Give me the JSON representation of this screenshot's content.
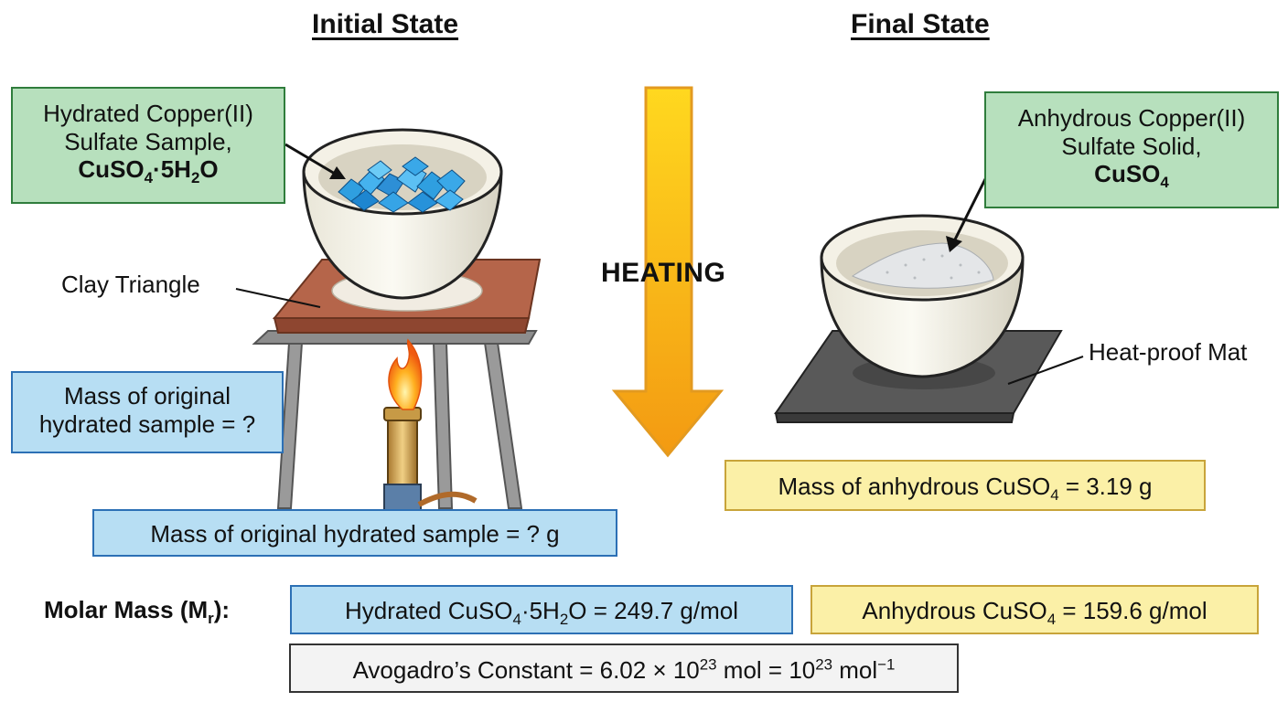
{
  "titles": {
    "initial": "Initial State",
    "final": "Final State"
  },
  "hydrated_label": {
    "line1": "Hydrated Copper(II)",
    "line2": "Sulfate Sample,",
    "formula_base": "CuSO",
    "formula_sub": "4",
    "formula_mid": "·5H",
    "formula_sub2": "2",
    "formula_end": "O"
  },
  "anhydrous_label": {
    "line1": "Anhydrous Copper(II)",
    "line2": "Sulfate Solid,",
    "formula_base": "CuSO",
    "formula_sub": "4"
  },
  "clay_triangle": "Clay Triangle",
  "heat_proof_mat": "Heat-proof Mat",
  "heating": "HEATING",
  "mass_original_question": {
    "line1": "Mass of original",
    "line2": "hydrated sample = ?"
  },
  "mass_original_g": "Mass of original hydrated sample = ? g",
  "mass_anhydrous": {
    "prefix": "Mass of anhydrous CuSO",
    "sub": "4",
    "suffix": " = 3.19 g"
  },
  "molar_mass": {
    "label_prefix": "Molar Mass (M",
    "label_sub": "r",
    "label_suffix": "):",
    "hydrated": {
      "prefix": "Hydrated CuSO",
      "sub1": "4",
      "mid": "·5H",
      "sub2": "2",
      "suffix": "O = 249.7 g/mol"
    },
    "anhydrous": {
      "prefix": "Anhydrous CuSO",
      "sub": "4",
      "suffix": " = 159.6 g/mol"
    }
  },
  "avogadro": {
    "prefix": "Avogadro’s Constant = 6.02 × 10",
    "sup1": "23",
    "mid": " mol = 10",
    "sup2": "23",
    "mid2": " mol",
    "sup3": "−1"
  },
  "colors": {
    "green_box": "#b7e0bd",
    "blue_box": "#b7def3",
    "yellow_box": "#fbf0a7",
    "crystals": "#2f9fe0",
    "clay_plate": "#b5654a",
    "mat": "#555555",
    "arrow_top": "#ffd21a",
    "arrow_bottom": "#f39a12"
  }
}
